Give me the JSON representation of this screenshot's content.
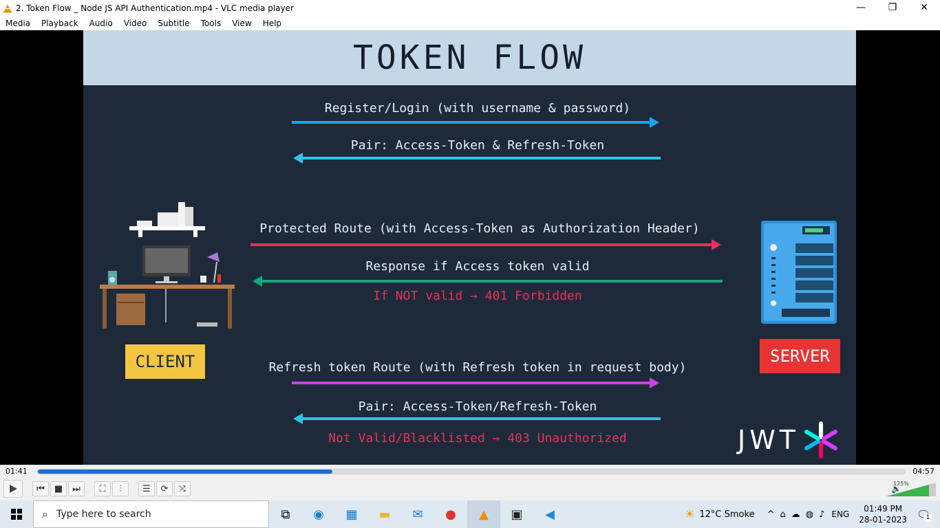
{
  "window": {
    "title": "2. Token Flow _ Node JS API Authentication.mp4 - VLC media player",
    "buttons": [
      "—",
      "❐",
      "✕"
    ]
  },
  "menu": [
    "Media",
    "Playback",
    "Audio",
    "Video",
    "Subtitle",
    "Tools",
    "View",
    "Help"
  ],
  "slide": {
    "title": "TOKEN FLOW",
    "flows": {
      "register": "Register/Login (with username & password)",
      "pair1": "Pair: Access-Token & Refresh-Token",
      "protected": "Protected Route (with Access-Token as Authorization Header)",
      "response": "Response if Access token valid",
      "forbidden": "If NOT valid → 401 Forbidden",
      "refresh": "Refresh token Route (with Refresh token in request body)",
      "pair2": "Pair: Access-Token/Refresh-Token",
      "unauth": "Not Valid/Blacklisted → 403 Unauthorized"
    },
    "client_label": "CLIENT",
    "server_label": "SERVER",
    "logo": "JWT",
    "colors": {
      "blue_arrow": "#1aa7ec",
      "cyan_arrow": "#2ec4e6",
      "red_arrow": "#e8315a",
      "green_arrow": "#10a97e",
      "purple_arrow": "#cc44e0",
      "client_badge": "#f4c542",
      "server_badge": "#e83434"
    }
  },
  "player": {
    "elapsed": "01:41",
    "total": "04:57",
    "progress": 0.34,
    "volume": "125%",
    "buttons": [
      "play",
      "prev",
      "stop",
      "next",
      "fullscreen",
      "extended",
      "playlist",
      "loop",
      "shuffle"
    ]
  },
  "taskbar": {
    "search_placeholder": "Type here to search",
    "weather": "12°C  Smoke",
    "lang": "ENG",
    "time": "01:49 PM",
    "date": "28-01-2023",
    "notifications": "1"
  }
}
